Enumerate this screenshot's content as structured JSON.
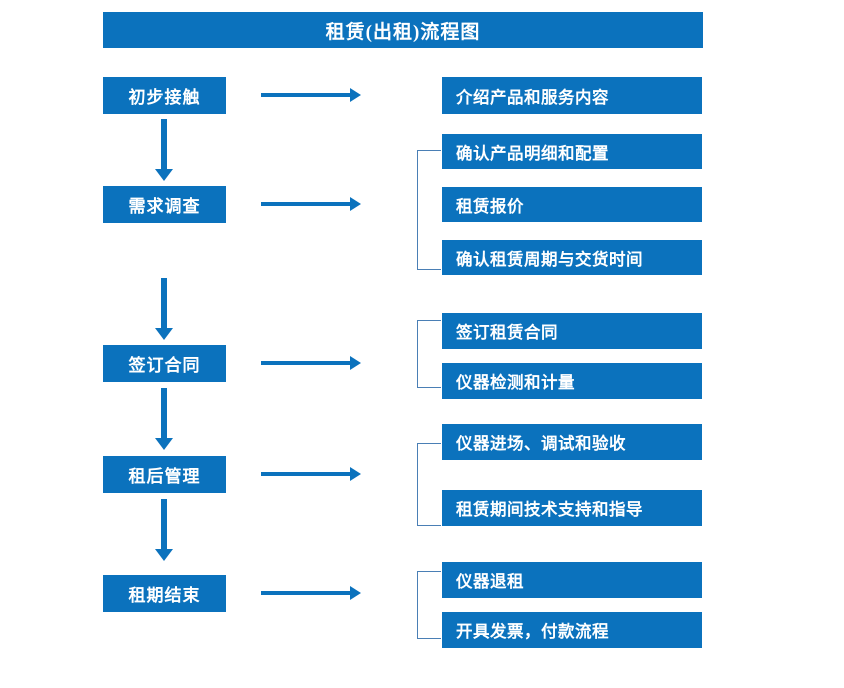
{
  "chart": {
    "title": "租赁(出租)流程图",
    "type": "flowchart",
    "colors": {
      "box_fill": "#0b72bd",
      "box_text": "#ffffff",
      "arrow": "#0b72bd",
      "bracket": "#4a7fb5",
      "background": "#ffffff"
    }
  },
  "stages": [
    {
      "id": "stage-1",
      "label": "初步接触",
      "details": [
        "介绍产品和服务内容"
      ],
      "has_bracket": false
    },
    {
      "id": "stage-2",
      "label": "需求调查",
      "details": [
        "确认产品明细和配置",
        "租赁报价",
        "确认租赁周期与交货时间"
      ],
      "has_bracket": true
    },
    {
      "id": "stage-3",
      "label": "签订合同",
      "details": [
        "签订租赁合同",
        "仪器检测和计量"
      ],
      "has_bracket": true
    },
    {
      "id": "stage-4",
      "label": "租后管理",
      "details": [
        "仪器进场、调试和验收",
        "租赁期间技术支持和指导"
      ],
      "has_bracket": true
    },
    {
      "id": "stage-5",
      "label": "租期结束",
      "details": [
        "仪器退租",
        "开具发票，付款流程"
      ],
      "has_bracket": true
    }
  ],
  "detail_boxes": {
    "d1": "介绍产品和服务内容",
    "d2": "确认产品明细和配置",
    "d3": "租赁报价",
    "d4": "确认租赁周期与交货时间",
    "d5": "签订租赁合同",
    "d6": "仪器检测和计量",
    "d7": "仪器进场、调试和验收",
    "d8": "租赁期间技术支持和指导",
    "d9": "仪器退租",
    "d10": "开具发票，付款流程"
  },
  "stage_labels": {
    "s1": "初步接触",
    "s2": "需求调查",
    "s3": "签订合同",
    "s4": "租后管理",
    "s5": "租期结束"
  }
}
